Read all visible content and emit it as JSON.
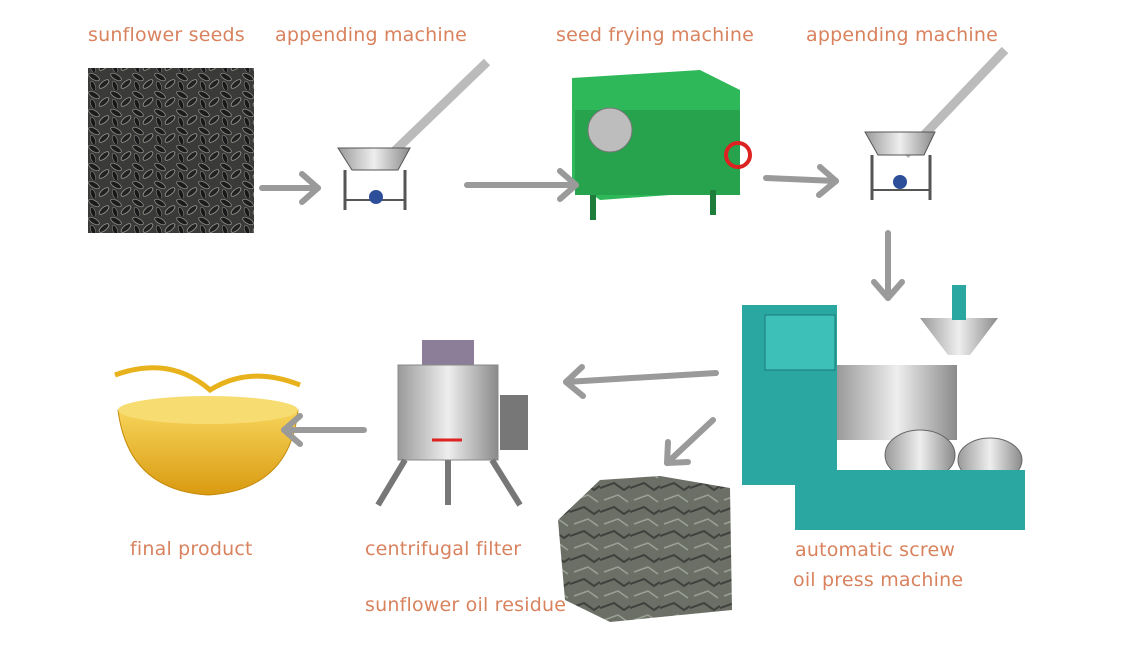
{
  "colors": {
    "label": "#d9825e",
    "arrow": "#9a9a9a",
    "machine_green": "#2fb85a",
    "press_teal": "#2aa7a0",
    "oil": "#e8b21c"
  },
  "labels": {
    "seeds": "sunflower seeds",
    "appending1": "appending machine",
    "frying": "seed frying machine",
    "appending2": "appending machine",
    "final": "final product",
    "filter": "centrifugal filter",
    "residue": "sunflower oil residue",
    "press_line1": "automatic screw",
    "press_line2": "oil press machine"
  }
}
